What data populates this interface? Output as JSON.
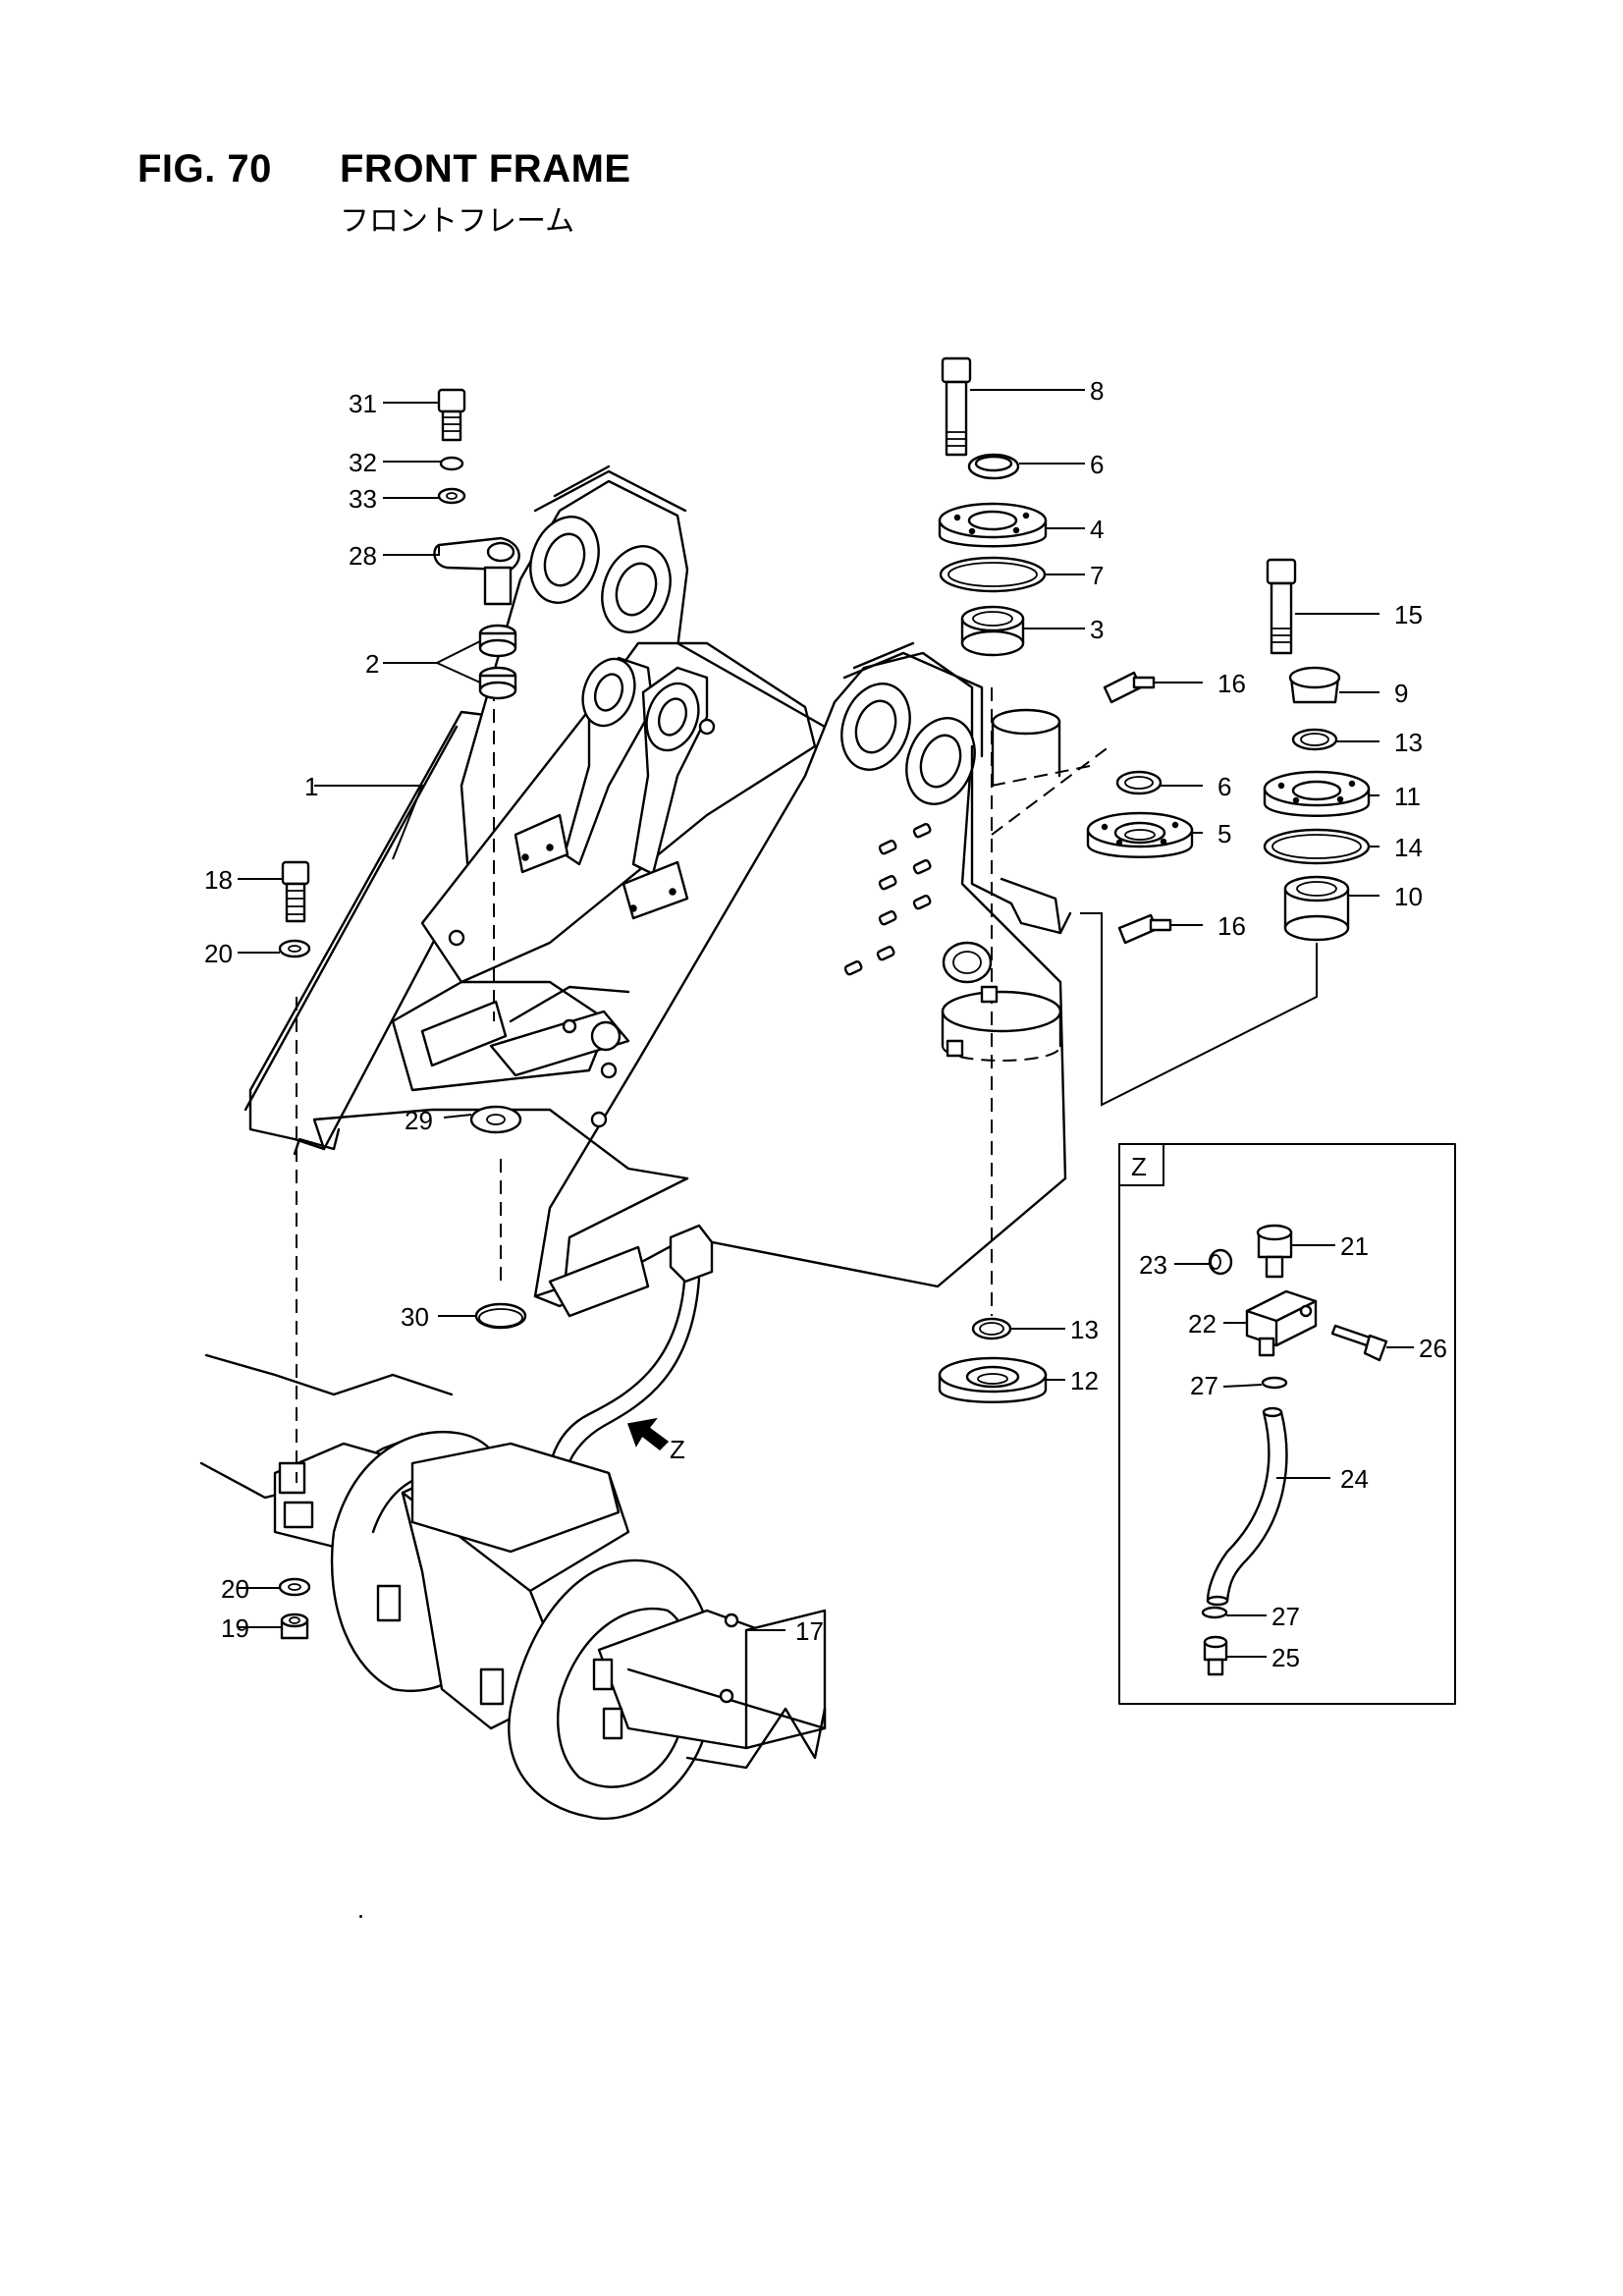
{
  "header": {
    "figure_number": "FIG. 70",
    "title": "FRONT FRAME",
    "subtitle": "フロントフレーム"
  },
  "detail_view": {
    "tag": "Z",
    "arrow_label": "Z"
  },
  "callouts": {
    "c1": "1",
    "c2": "2",
    "c3": "3",
    "c4": "4",
    "c5": "5",
    "c6a": "6",
    "c6b": "6",
    "c7": "7",
    "c8": "8",
    "c9": "9",
    "c10": "10",
    "c11": "11",
    "c12": "12",
    "c13a": "13",
    "c13b": "13",
    "c14": "14",
    "c15": "15",
    "c16a": "16",
    "c16b": "16",
    "c17": "17",
    "c18": "18",
    "c19": "19",
    "c20a": "20",
    "c20b": "20",
    "c21": "21",
    "c22": "22",
    "c23": "23",
    "c24": "24",
    "c25": "25",
    "c26": "26",
    "c27a": "27",
    "c27b": "27",
    "c28": "28",
    "c29": "29",
    "c30": "30",
    "c31": "31",
    "c32": "32",
    "c33": "33"
  }
}
